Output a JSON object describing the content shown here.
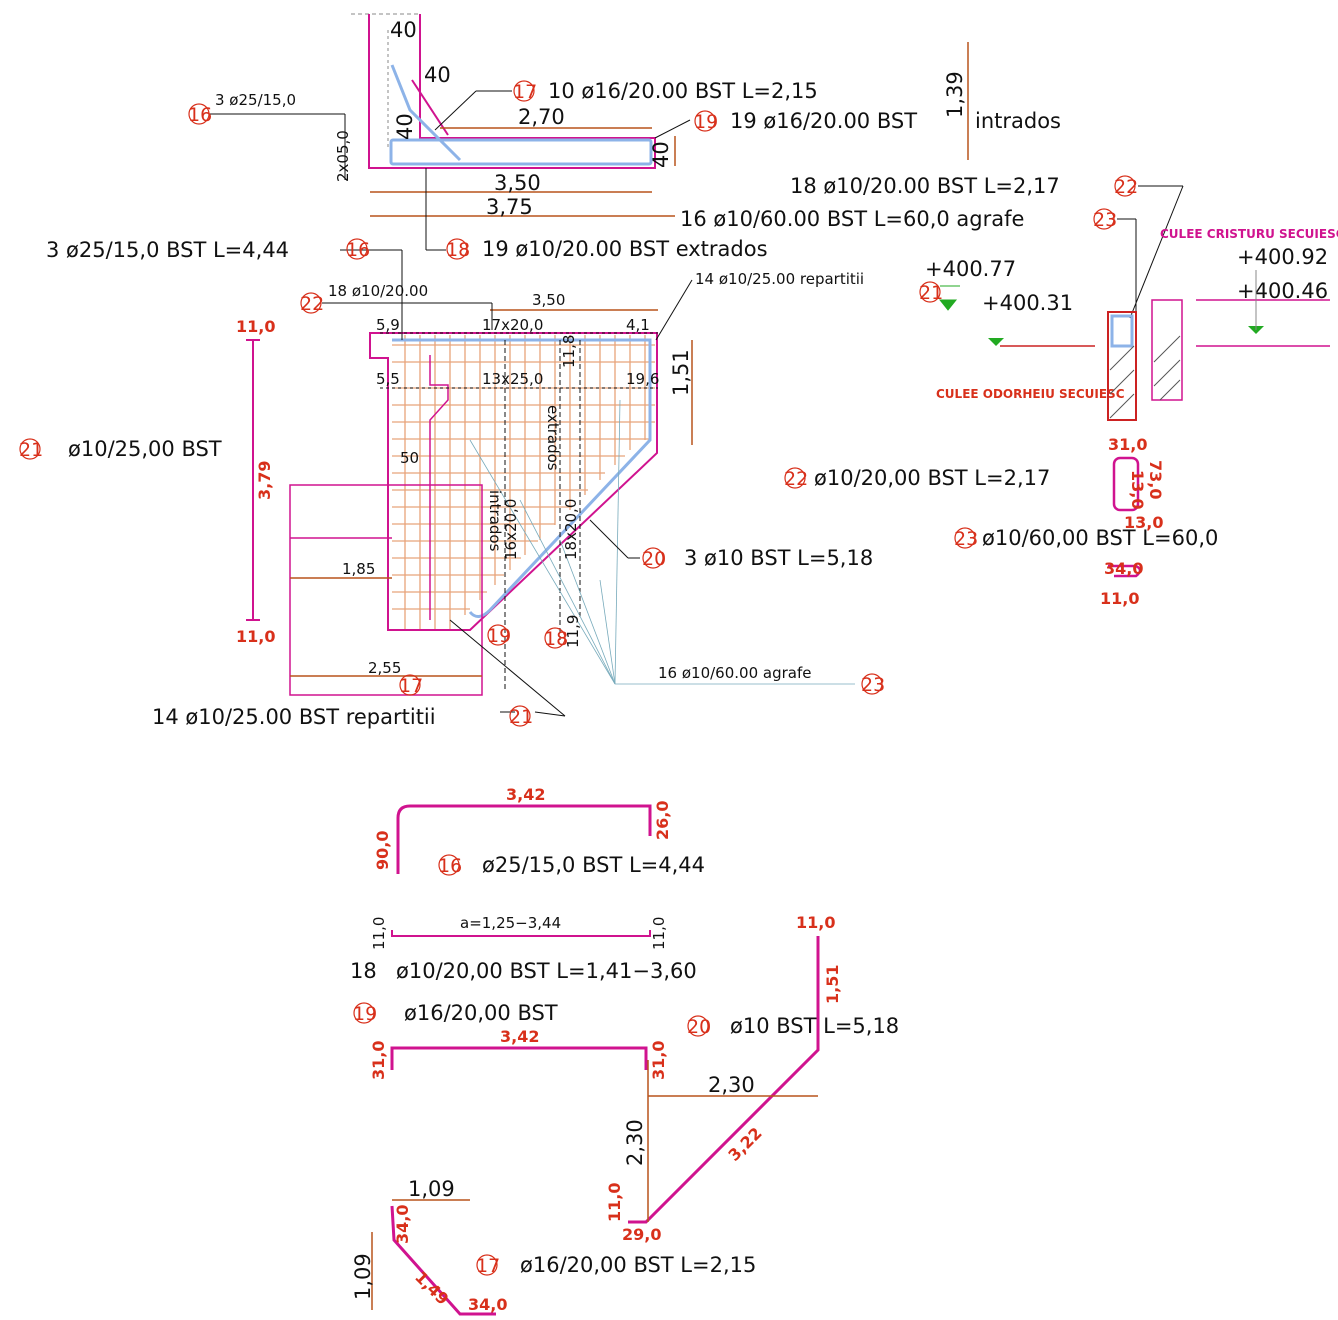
{
  "top_section": {
    "dim_40_a": "40",
    "dim_40_b": "40",
    "dim_40_c": "40",
    "dim_40_d": "40",
    "dim_270": "2,70",
    "dim_350": "3,50",
    "dim_375": "3,75",
    "dim_139": "1,39",
    "dim_small": "2x05,0",
    "label_16": "3 ø25/15,0",
    "label_17": "10 ø16/20.00  BST  L=2,15",
    "label_19": "19 ø16/20.00  BST",
    "label_19_word": "intrados",
    "label_18": "19 ø10/20.00  BST    extrados"
  },
  "right_section": {
    "label_22": "18 ø10/20.00  BST  L=2,17",
    "label_23": "16 ø10/60.00  BST  L=60,0  agrafe",
    "title_cristuru": "CULEE CRISTURU SECUIESC",
    "title_odorheiu": "CULEE ODORHEIU SECUIESC",
    "elev_1": "+400.77",
    "elev_2": "+400.31",
    "elev_3": "+400.92",
    "elev_4": "+400.46",
    "dim_310": "31,0",
    "dim_730": "73,0",
    "dim_130": "13,0",
    "dim_130b": "13,0",
    "dim_340": "34,0",
    "dim_110": "11,0",
    "detail_22": "ø10/20,00  BST  L=2,17",
    "detail_23": "ø10/60,00  BST  L=60,0"
  },
  "main_section": {
    "label_16": "3 ø25/15,0  BST  L=4,44",
    "label_22": "18 ø10/20.00",
    "label_21_top": "14 ø10/25.00  repartitii",
    "label_21_left": "ø10/25,00  BST",
    "label_21_bottom": "14 ø10/25.00  BST    repartitii",
    "label_20": "3 ø10  BST  L=5,18",
    "label_23": "16 ø10/60.00  agrafe",
    "dim_350": "3,50",
    "dim_59": "5,9",
    "dim_17x20": "17x20,0",
    "dim_41": "4,1",
    "dim_55": "5,5",
    "dim_13x25": "13x25,0",
    "dim_196": "19,6",
    "dim_151": "1,51",
    "dim_110_top": "11,0",
    "dim_379": "3,79",
    "dim_110_bottom": "11,0",
    "dim_185": "1,85",
    "dim_255": "2,55",
    "dim_50": "50",
    "dim_16x20": "16x20,0",
    "dim_18x20": "18x20,0",
    "vert_intrados": "intrados",
    "vert_extrados": "extrados",
    "dim_119": "11,9",
    "dim_118": "11,8"
  },
  "bar_details": {
    "bar16_top": "3,42",
    "bar16_left": "90,0",
    "bar16_right": "26,0",
    "bar16_label": "ø25/15,0  BST  L=4,44",
    "bar18_mid": "a=1,25−3,44",
    "bar18_left": "11,0",
    "bar18_right": "11,0",
    "bar18_label": "ø10/20,00  BST  L=1,41−3,60",
    "bar19_label": "ø16/20,00  BST",
    "bar19_top": "3,42",
    "bar19_left": "31,0",
    "bar19_right": "31,0",
    "bar20_label": "ø10  BST  L=5,18",
    "bar20_top": "11,0",
    "bar20_151": "1,51",
    "bar20_230h": "2,30",
    "bar20_230v": "2,30",
    "bar20_322": "3,22",
    "bar20_110": "11,0",
    "bar20_290": "29,0",
    "bar17_109h": "1,09",
    "bar17_109v": "1,09",
    "bar17_340a": "34,0",
    "bar17_149": "1,49",
    "bar17_340b": "34,0",
    "bar17_label": "ø16/20,00  BST  L=2,15"
  },
  "marks": {
    "m16": "16",
    "m17": "17",
    "m18": "18",
    "m19": "19",
    "m20": "20",
    "m21": "21",
    "m22": "22",
    "m23": "23"
  },
  "colors": {
    "rebar": "#d0138f",
    "dimension": "#b8541c",
    "grid": "#e8a37a",
    "stirrup": "#8db3e8",
    "mark": "#d8301b"
  }
}
